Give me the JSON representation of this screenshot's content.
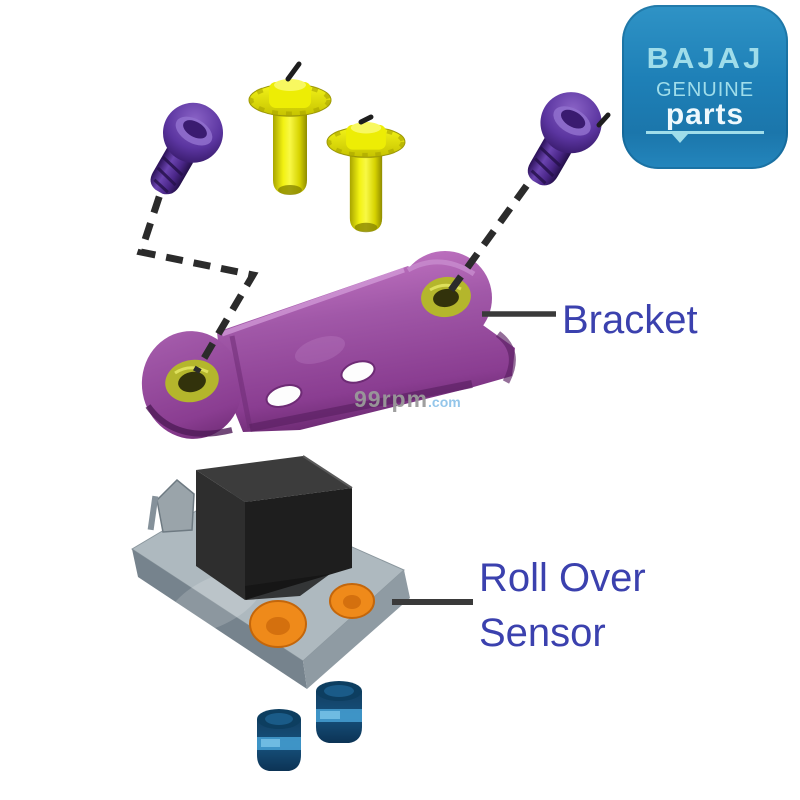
{
  "logo": {
    "brand": "BAJAJ",
    "genuine": "GENUINE",
    "parts": "parts"
  },
  "labels": {
    "bracket": "Bracket",
    "sensor_line1": "Roll Over",
    "sensor_line2": "Sensor"
  },
  "watermark": {
    "name": "99rpm",
    "tld": ".com"
  },
  "colors": {
    "logo_bg": "#1E80B7",
    "logo_text": "#9FDDEA",
    "logo_parts": "#EFF9FD",
    "label_color": "#3B41AE",
    "watermark_gray": "#9A9A9A",
    "watermark_blue": "#8FC3E9",
    "bracket_purple": "#A158A8",
    "bracket_dark": "#5E2164",
    "hole_ring_yellow": "#B4B62C",
    "hole_inner": "#32320B",
    "screw_purple": "#5B35A0",
    "screw_purple_light": "#9070CE",
    "screw_purple_dark": "#2B1158",
    "bolt_yellow": "#EDED05",
    "bolt_yellow_dark": "#9D9900",
    "sensor_plate": "#AEB9BF",
    "sensor_plate_side": "#8F9BA3",
    "sensor_plate_side_dark": "#76838D",
    "sensor_box": "#2E2E2E",
    "bushing_orange": "#EF8A1A",
    "grommet_blue": "#16517C",
    "grommet_band": "#45A0D4",
    "dash_line": "#2B2B2B",
    "leader_line": "#3A3A3A"
  }
}
